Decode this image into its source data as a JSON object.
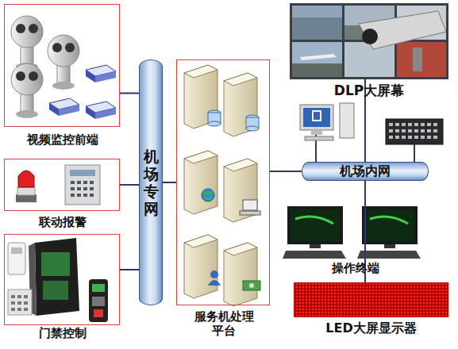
{
  "diagram": {
    "nodes": [
      {
        "text": [
          "视频监控前端"
        ]
      },
      {
        "text": [
          "联动报警"
        ]
      },
      {
        "text": [
          "门禁控制"
        ]
      },
      {
        "text": [
          "机场专网"
        ]
      },
      {
        "text": [
          "服务机处理平台"
        ]
      },
      {
        "text": [
          "机场内网"
        ]
      },
      {
        "text": [
          "DLP大屏幕"
        ]
      },
      {
        "text": [
          "操作终端"
        ]
      },
      {
        "text": [
          "LED大屏显示器"
        ]
      }
    ],
    "edges": [
      {
        "from": 0,
        "to": 3,
        "arrow": "none"
      },
      {
        "from": 1,
        "to": 3,
        "arrow": "none"
      },
      {
        "from": 2,
        "to": 3,
        "arrow": "none"
      },
      {
        "from": 3,
        "to": 4,
        "arrow": "none"
      },
      {
        "from": 4,
        "to": 5,
        "arrow": "none"
      },
      {
        "from": 6,
        "to": 5,
        "arrow": "none"
      },
      {
        "from": 7,
        "to": 5,
        "arrow": "none"
      },
      {
        "from": 8,
        "to": 5,
        "arrow": "none"
      }
    ]
  }
}
